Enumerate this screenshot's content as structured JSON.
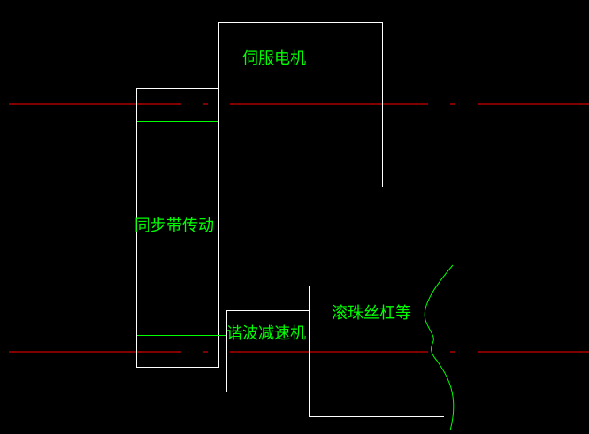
{
  "labels": {
    "servo_motor": "伺服电机",
    "timing_belt": "同步带传动",
    "harmonic_reducer": "谐波减速机",
    "ball_screw": "滚珠丝杠等"
  },
  "colors": {
    "background": "#000000",
    "outline": "#ffffff",
    "centerline": "#ff0000",
    "annotation": "#00ff00"
  }
}
